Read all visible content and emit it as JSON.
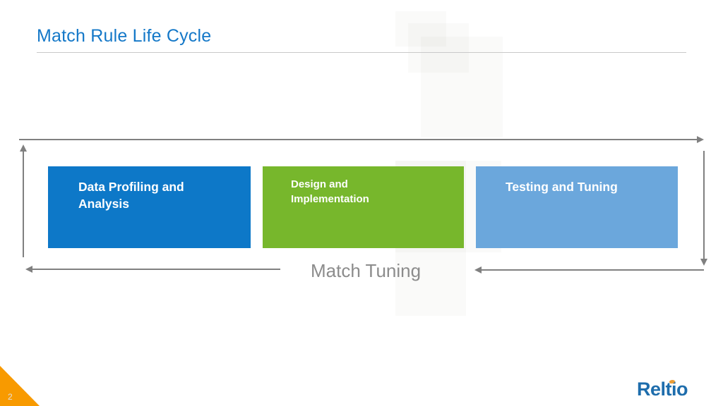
{
  "slide": {
    "title": "Match Rule Life Cycle",
    "title_color": "#1478c8",
    "page_number": "2",
    "corner_color": "#f89a00",
    "brand": {
      "logo_text": "Reltio",
      "logo_color": "#1e6dac",
      "logo_accent_color": "#ec9d35"
    }
  },
  "diagram": {
    "type": "process-lifecycle",
    "arrow_color": "#808080",
    "phases": [
      {
        "label": "Data Profiling and Analysis",
        "color": "#0d78c8"
      },
      {
        "label": "Design and Implementation",
        "color": "#77b72c"
      },
      {
        "label": "Testing and Tuning",
        "color": "#6ba7dc"
      }
    ],
    "feedback_label": "Match Tuning",
    "feedback_label_color": "#8c8c8c"
  }
}
